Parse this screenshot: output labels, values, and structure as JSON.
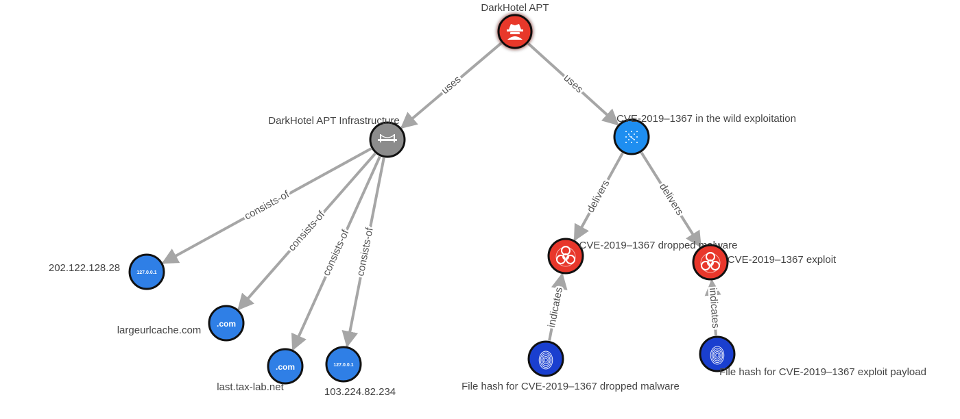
{
  "nodes": [
    {
      "id": "apt",
      "label": "DarkHotel APT",
      "type": "threat-actor",
      "fill": "#e8372b",
      "icon": "spy-icon"
    },
    {
      "id": "infra",
      "label": "DarkHotel APT Infrastructure",
      "type": "infrastructure",
      "fill": "#8c8c8c",
      "icon": "bridge-icon"
    },
    {
      "id": "campaign",
      "label": "CVE-2019–1367 in the wild exploitation",
      "type": "campaign",
      "fill": "#1e8ef0",
      "icon": "campaign-icon"
    },
    {
      "id": "ip1",
      "label": "202.122.128.28",
      "type": "ipv4-addr",
      "fill": "#2f7fe6",
      "icon": "ip-address-icon",
      "icon_text": "127.0.0.1"
    },
    {
      "id": "dom1",
      "label": "largeurlcache.com",
      "type": "domain-name",
      "fill": "#2f7fe6",
      "icon": "domain-icon",
      "icon_text": ".com"
    },
    {
      "id": "dom2",
      "label": "last.tax-lab.net",
      "type": "domain-name",
      "fill": "#2f7fe6",
      "icon": "domain-icon",
      "icon_text": ".com"
    },
    {
      "id": "ip2",
      "label": "103.224.82.234",
      "type": "ipv4-addr",
      "fill": "#2f7fe6",
      "icon": "ip-address-icon",
      "icon_text": "127.0.0.1"
    },
    {
      "id": "malware",
      "label": "CVE-2019–1367 dropped malware",
      "type": "malware",
      "fill": "#e8372b",
      "icon": "biohazard-icon"
    },
    {
      "id": "exploit",
      "label": "CVE-2019–1367 exploit",
      "type": "malware",
      "fill": "#e8372b",
      "icon": "biohazard-icon"
    },
    {
      "id": "hash1",
      "label": "File hash for CVE-2019–1367 dropped malware",
      "type": "indicator",
      "fill": "#1a3fcf",
      "icon": "fingerprint-icon"
    },
    {
      "id": "hash2",
      "label": "File hash for CVE-2019–1367 exploit payload",
      "type": "indicator",
      "fill": "#1a3fcf",
      "icon": "fingerprint-icon"
    }
  ],
  "edges": [
    {
      "from": "apt",
      "to": "infra",
      "label": "uses"
    },
    {
      "from": "apt",
      "to": "campaign",
      "label": "uses"
    },
    {
      "from": "infra",
      "to": "ip1",
      "label": "consists-of"
    },
    {
      "from": "infra",
      "to": "dom1",
      "label": "consists-of"
    },
    {
      "from": "infra",
      "to": "dom2",
      "label": "consists-of"
    },
    {
      "from": "infra",
      "to": "ip2",
      "label": "consists-of"
    },
    {
      "from": "campaign",
      "to": "malware",
      "label": "delivers"
    },
    {
      "from": "campaign",
      "to": "exploit",
      "label": "delivers"
    },
    {
      "from": "hash1",
      "to": "malware",
      "label": "indicates"
    },
    {
      "from": "hash2",
      "to": "exploit",
      "label": "indicates"
    }
  ],
  "colors": {
    "edge": "#a6a6a6",
    "node_border": "#111111",
    "label": "#444444"
  }
}
